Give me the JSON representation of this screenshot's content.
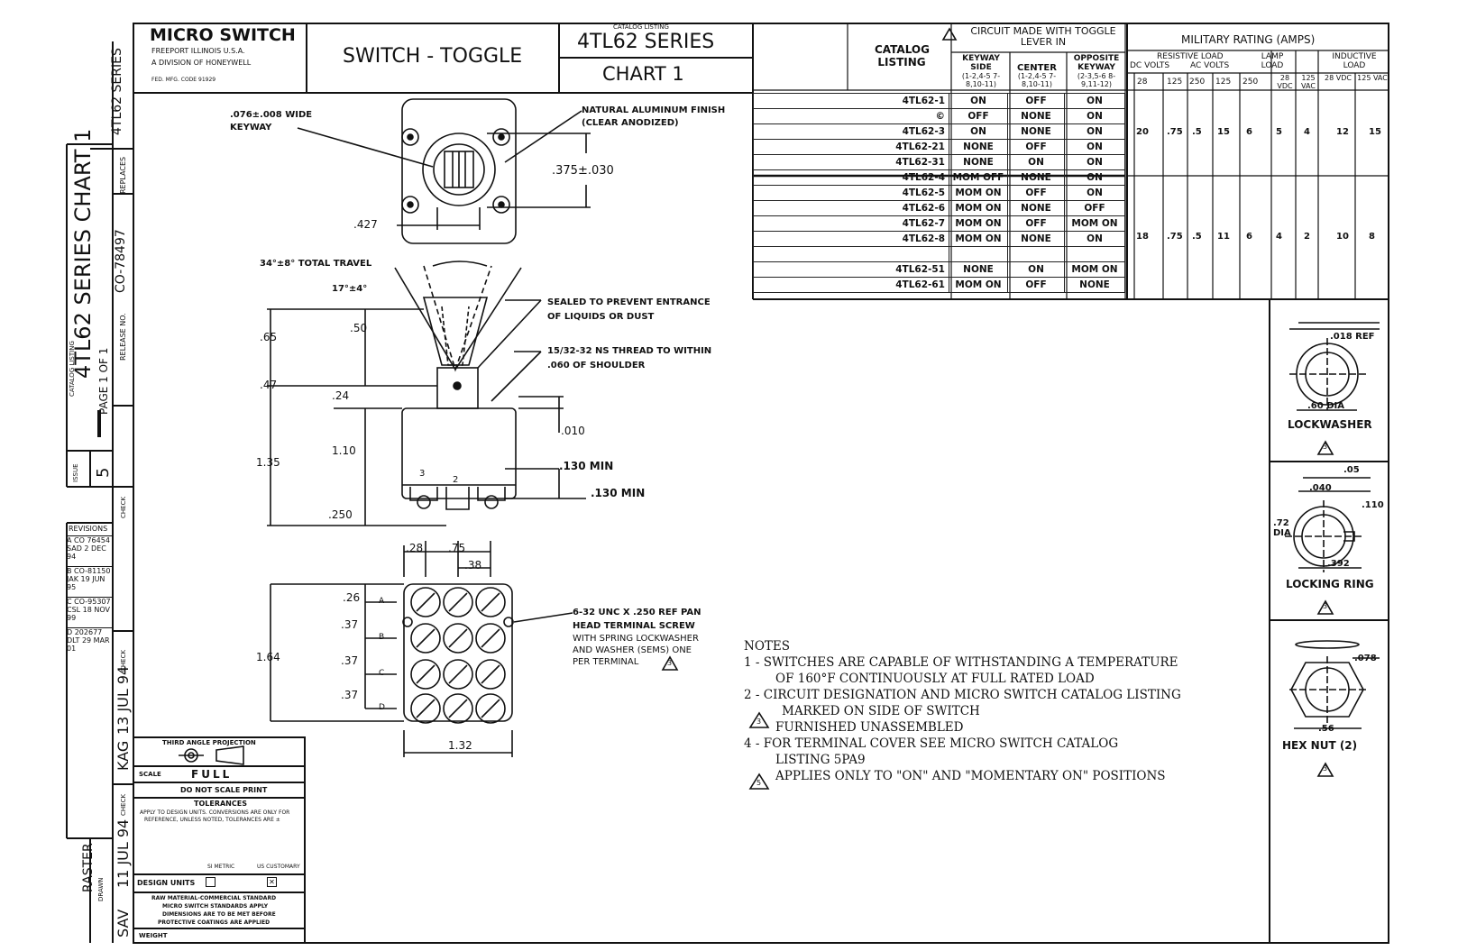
{
  "title_block": {
    "company": "MICRO SWITCH",
    "company_line1": "FREEPORT ILLINOIS U.S.A.",
    "company_line2": "A DIVISION OF HONEYWELL",
    "company_line3": "FED. MFG. CODE 91929",
    "part_title": "SWITCH - TOGGLE",
    "catalog_listing_label": "CATALOG LISTING",
    "series": "4TL62 SERIES",
    "chart": "CHART 1"
  },
  "left_strip": {
    "series_vertical": "4TL62 SERIES",
    "replaces": "REPLACES",
    "release_no": "CO-78497",
    "release_label": "RELEASE NO.",
    "chart_title": "4TL62 SERIES CHART 1",
    "page": "PAGE 1 OF 1",
    "catalog_listing": "CATALOG LISTING",
    "issue_label": "ISSUE",
    "issue_value": "5",
    "check_label": "CHECK",
    "drawn_label": "DRAWN",
    "drawn_by": "SAV",
    "drawn_date": "11 JUL 94",
    "check_by": "KAG",
    "check_date": "13 JUL 94",
    "raster": "RASTER"
  },
  "revisions": {
    "header": "REVISIONS",
    "rows": [
      {
        "letter": "A",
        "co": "CO 76454",
        "by": "SAD",
        "date": "2 DEC 94"
      },
      {
        "letter": "B",
        "co": "CO-81150",
        "by": "JAK",
        "date": "19 JUN 95"
      },
      {
        "letter": "C",
        "co": "CO-95307",
        "by": "CSL",
        "date": "18 NOV 99"
      },
      {
        "letter": "D",
        "co": "202677",
        "by": "DLT",
        "date": "29 MAR 01"
      }
    ]
  },
  "projection_block": {
    "projection": "THIRD ANGLE PROJECTION",
    "scale_label": "SCALE",
    "scale_value": "FULL",
    "do_not_scale": "DO NOT SCALE PRINT",
    "tolerances": "TOLERANCES",
    "tol_note1": "APPLY TO DESIGN UNITS. CONVERSIONS ARE ONLY FOR",
    "tol_note2": "REFERENCE, UNLESS NOTED, TOLERANCES ARE ±",
    "design_units": "DESIGN UNITS",
    "si_metric": "SI METRIC",
    "us_customary": "US CUSTOMARY",
    "raw_material1": "RAW MATERIAL-COMMERCIAL STANDARD",
    "raw_material2": "MICRO SWITCH STANDARDS APPLY",
    "raw_material3": "DIMENSIONS ARE TO BE MET BEFORE",
    "raw_material4": "PROTECTIVE COATINGS ARE APPLIED",
    "weight": "WEIGHT"
  },
  "catalog_table": {
    "col_catalog": "CATALOG LISTING",
    "col_circuit": "CIRCUIT MADE WITH TOGGLE LEVER IN",
    "col_keyway": "KEYWAY SIDE",
    "col_keyway_sub": "(1-2,4-5 7-8,10-11)",
    "col_center": "CENTER",
    "col_center_sub": "(1-2,4-5 7-8,10-11)",
    "col_opposite": "OPPOSITE KEYWAY",
    "col_opposite_sub": "(2-3,5-6 8-9,11-12)",
    "rows": [
      {
        "cat": "4TL62-1",
        "k": "ON",
        "c": "OFF",
        "o": "ON"
      },
      {
        "cat": "©",
        "k": "OFF",
        "c": "NONE",
        "o": "ON"
      },
      {
        "cat": "4TL62-3",
        "k": "ON",
        "c": "NONE",
        "o": "ON"
      },
      {
        "cat": "4TL62-21",
        "k": "NONE",
        "c": "OFF",
        "o": "ON"
      },
      {
        "cat": "4TL62-31",
        "k": "NONE",
        "c": "ON",
        "o": "ON"
      },
      {
        "cat": "4TL62-4",
        "k": "MOM OFF",
        "c": "NONE",
        "o": "ON"
      },
      {
        "cat": "4TL62-5",
        "k": "MOM ON",
        "c": "OFF",
        "o": "ON"
      },
      {
        "cat": "4TL62-6",
        "k": "MOM ON",
        "c": "NONE",
        "o": "OFF"
      },
      {
        "cat": "4TL62-7",
        "k": "MOM ON",
        "c": "OFF",
        "o": "MOM ON"
      },
      {
        "cat": "4TL62-8",
        "k": "MOM ON",
        "c": "NONE",
        "o": "ON"
      },
      {
        "cat": "",
        "k": "",
        "c": "",
        "o": ""
      },
      {
        "cat": "4TL62-51",
        "k": "NONE",
        "c": "ON",
        "o": "MOM ON"
      },
      {
        "cat": "4TL62-61",
        "k": "MOM ON",
        "c": "OFF",
        "o": "NONE"
      }
    ]
  },
  "military": {
    "title": "MILITARY RATING (AMPS)",
    "resistive": "RESISTIVE LOAD",
    "dc_volts": "DC VOLTS",
    "ac_volts": "AC VOLTS",
    "lamp": "LAMP LOAD",
    "inductive": "INDUCTIVE LOAD",
    "h28": "28",
    "h125": "125",
    "h250": "250",
    "hac125": "125",
    "hac250": "250",
    "lamp28": "28 VDC",
    "lamp125": "125 VAC",
    "ind28": "28 VDC",
    "ind125": "125 VAC",
    "group1": [
      "20",
      ".75",
      ".5",
      "15",
      "6",
      "5",
      "4",
      "12",
      "15"
    ],
    "group2": [
      "18",
      ".75",
      ".5",
      "11",
      "6",
      "4",
      "2",
      "10",
      "8"
    ]
  },
  "dims": {
    "keyway": ".076±.008 WIDE",
    "keyway2": "KEYWAY",
    "finish1": "NATURAL ALUMINUM FINISH",
    "finish2": "(CLEAR ANODIZED)",
    "d375": ".375±.030",
    "d427": ".427",
    "travel": "34°±8° TOTAL TRAVEL",
    "travel2": "17°±4°",
    "sealed1": "SEALED TO PREVENT ENTRANCE",
    "sealed2": "OF LIQUIDS OR DUST",
    "thread1": "15/32-32 NS THREAD TO WITHIN",
    "thread2": ".060 OF SHOULDER",
    "d65": ".65",
    "d50": ".50",
    "d47": ".47",
    "d24": ".24",
    "d010": ".010",
    "d135": "1.35",
    "d110": "1.10",
    "d130a": ".130 MIN",
    "d130b": ".130 MIN",
    "d250": ".250",
    "d28": ".28",
    "d75": ".75",
    "d38": ".38",
    "d26": ".26",
    "d37a": ".37",
    "d37b": ".37",
    "d37c": ".37",
    "d164": "1.64",
    "d132": "1.32",
    "lA": "A",
    "lB": "B",
    "lC": "C",
    "lD": "D",
    "t3": "3",
    "t2": "2",
    "screw1": "6-32 UNC X .250 REF PAN",
    "screw2": "HEAD TERMINAL SCREW",
    "screw3": "WITH SPRING LOCKWASHER",
    "screw4": "AND WASHER (SEMS) ONE",
    "screw5": "PER TERMINAL",
    "note3mark": "3"
  },
  "notes": {
    "title": "NOTES",
    "n1a": "1 - SWITCHES ARE CAPABLE OF WITHSTANDING A TEMPERATURE",
    "n1b": "OF 160°F CONTINUOUSLY AT FULL RATED LOAD",
    "n2a": "2 - CIRCUIT DESIGNATION AND MICRO SWITCH CATALOG LISTING",
    "n2b": "MARKED ON SIDE OF SWITCH",
    "n3num": "3",
    "n3": "FURNISHED UNASSEMBLED",
    "n4a": "4 - FOR TERMINAL COVER SEE MICRO SWITCH CATALOG",
    "n4b": "LISTING 5PA9",
    "n5num": "5",
    "n5": "APPLIES ONLY TO \"ON\" AND \"MOMENTARY ON\" POSITIONS"
  },
  "hardware": {
    "lw_ref": ".018 REF",
    "lw_dia": ".60 DIA",
    "lockwasher": "LOCKWASHER",
    "lr_05": ".05",
    "lr_040": ".040",
    "lr_110": ".110",
    "lr_72": ".72 DIA",
    "lr_392": ".392",
    "locking_ring": "LOCKING RING",
    "hn_078": ".078",
    "hn_56": ".56",
    "hex_nut": "HEX NUT (2)",
    "mark3": "3"
  }
}
